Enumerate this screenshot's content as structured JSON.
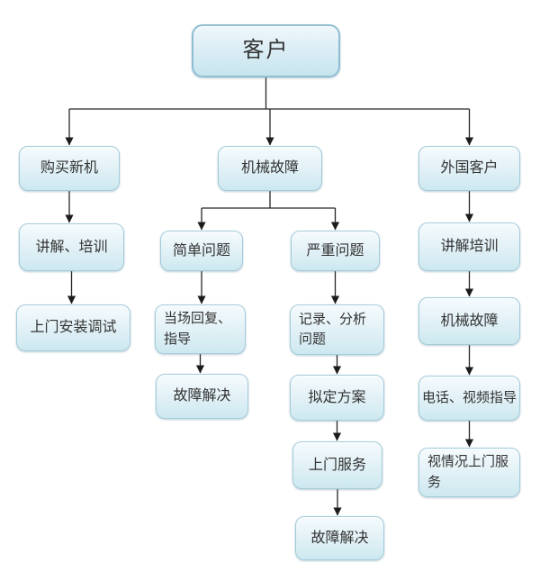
{
  "diagram": {
    "type": "flowchart",
    "colors": {
      "background": "#ffffff",
      "box_fill_top": "#f6fbfd",
      "box_fill_bottom": "#cde8f0",
      "box_border": "#a3cbda",
      "root_box_border": "#8fbdd2",
      "text": "#333333",
      "arrow": "#262626"
    },
    "nodes": {
      "customer": {
        "label": "客户"
      },
      "buy_new_machine": {
        "label": "购买新机"
      },
      "mechanical_failure": {
        "label": "机械故障"
      },
      "foreign_customer": {
        "label": "外国客户"
      },
      "explain_training_left": {
        "label": "讲解、培训"
      },
      "onsite_install_debug": {
        "label": "上门安装调试"
      },
      "simple_problem": {
        "label": "简单问题"
      },
      "serious_problem": {
        "label": "严重问题"
      },
      "onsite_reply_guide": {
        "label": "当场回复、指导"
      },
      "fault_resolved_simple": {
        "label": "故障解决"
      },
      "record_analyze_problem": {
        "label": "记录、分析问题"
      },
      "draft_plan": {
        "label": "拟定方案"
      },
      "onsite_service": {
        "label": "上门服务"
      },
      "fault_resolved_serious": {
        "label": "故障解决"
      },
      "explain_training_right": {
        "label": "讲解培训"
      },
      "mechanical_failure_foreign": {
        "label": "机械故障"
      },
      "phone_video_guide": {
        "label": "电话、视频指导"
      },
      "onsite_as_needed": {
        "label": "视情况上门服务"
      }
    },
    "edges": [
      {
        "from": "customer",
        "to": [
          "buy_new_machine",
          "mechanical_failure",
          "foreign_customer"
        ]
      },
      {
        "from": "buy_new_machine",
        "to": "explain_training_left"
      },
      {
        "from": "explain_training_left",
        "to": "onsite_install_debug"
      },
      {
        "from": "mechanical_failure",
        "to": [
          "simple_problem",
          "serious_problem"
        ]
      },
      {
        "from": "simple_problem",
        "to": "onsite_reply_guide"
      },
      {
        "from": "onsite_reply_guide",
        "to": "fault_resolved_simple"
      },
      {
        "from": "serious_problem",
        "to": "record_analyze_problem"
      },
      {
        "from": "record_analyze_problem",
        "to": "draft_plan"
      },
      {
        "from": "draft_plan",
        "to": "onsite_service"
      },
      {
        "from": "onsite_service",
        "to": "fault_resolved_serious"
      },
      {
        "from": "foreign_customer",
        "to": "explain_training_right"
      },
      {
        "from": "explain_training_right",
        "to": "mechanical_failure_foreign"
      },
      {
        "from": "mechanical_failure_foreign",
        "to": "phone_video_guide"
      },
      {
        "from": "phone_video_guide",
        "to": "onsite_as_needed"
      }
    ]
  }
}
